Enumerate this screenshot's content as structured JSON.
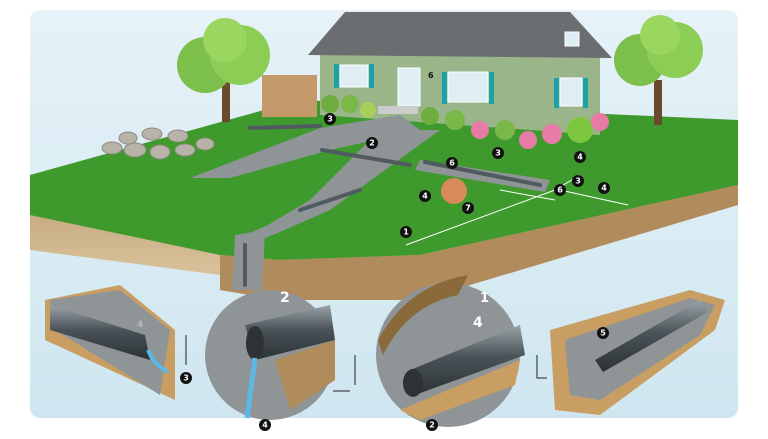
{
  "illustration": {
    "house_number": "6",
    "yard_markers": [
      "3",
      "2",
      "6",
      "3",
      "4",
      "3",
      "6",
      "4",
      "4",
      "7",
      "1"
    ],
    "inset_markers": [
      "3",
      "4",
      "2",
      "5"
    ],
    "inset_labels": [
      "4",
      "2",
      "1",
      "4"
    ]
  },
  "colors": {
    "sky": "#dcecf4",
    "lawn": "#3f9a2e",
    "soil": "#8a6a40",
    "gravel": "#8f9496",
    "pipe": "#4a5358",
    "water": "#5bb8e6",
    "siding": "#9bb58a",
    "roof": "#6b6e70"
  }
}
